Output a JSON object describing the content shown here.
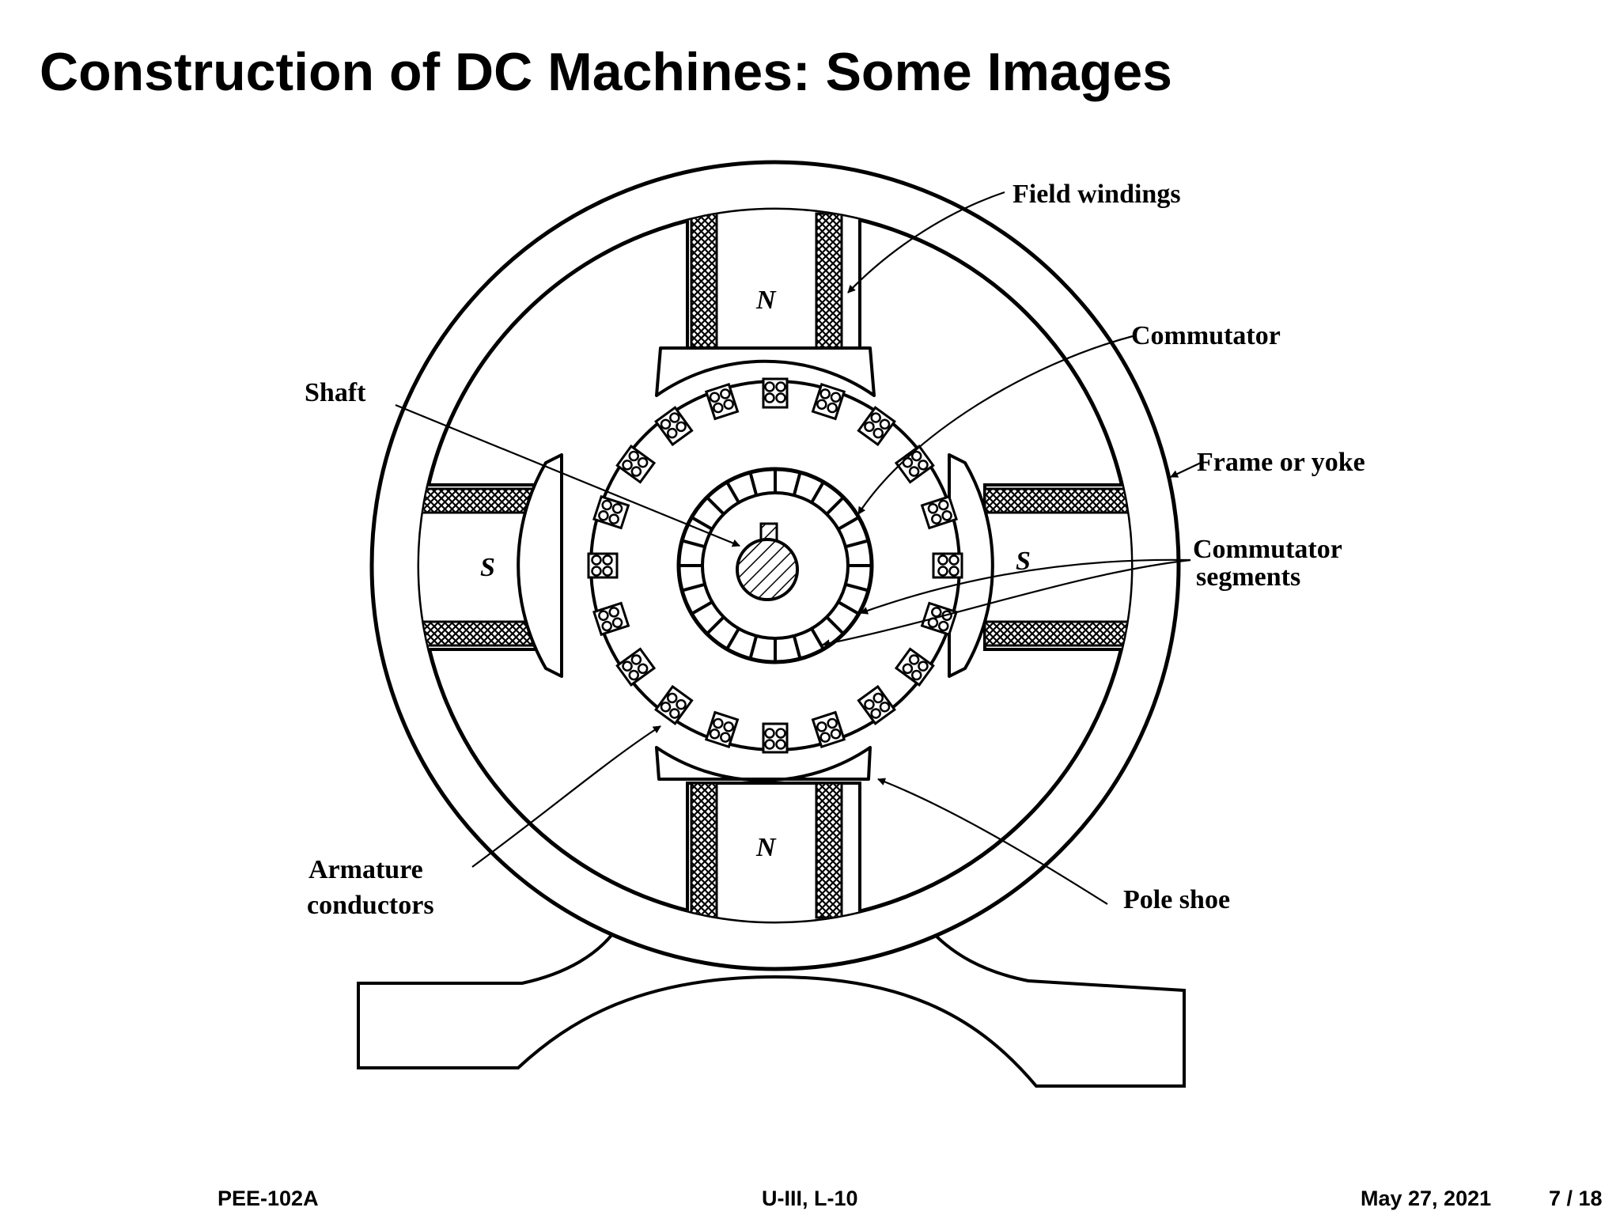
{
  "slide": {
    "title": "Construction of DC Machines: Some Images"
  },
  "diagram": {
    "labels": {
      "field_windings": "Field windings",
      "commutator": "Commutator",
      "frame_or_yoke": "Frame or yoke",
      "commutator_segments_line1": "Commutator",
      "commutator_segments_line2": "segments",
      "shaft": "Shaft",
      "armature_line1": "Armature",
      "armature_line2": "conductors",
      "pole_shoe": "Pole shoe"
    },
    "poles": {
      "top": "N",
      "bottom": "N",
      "left": "S",
      "right": "S"
    }
  },
  "footer": {
    "course": "PEE-102A",
    "unit": "U-III, L-10",
    "date": "May 27, 2021",
    "page": "7 / 18"
  }
}
